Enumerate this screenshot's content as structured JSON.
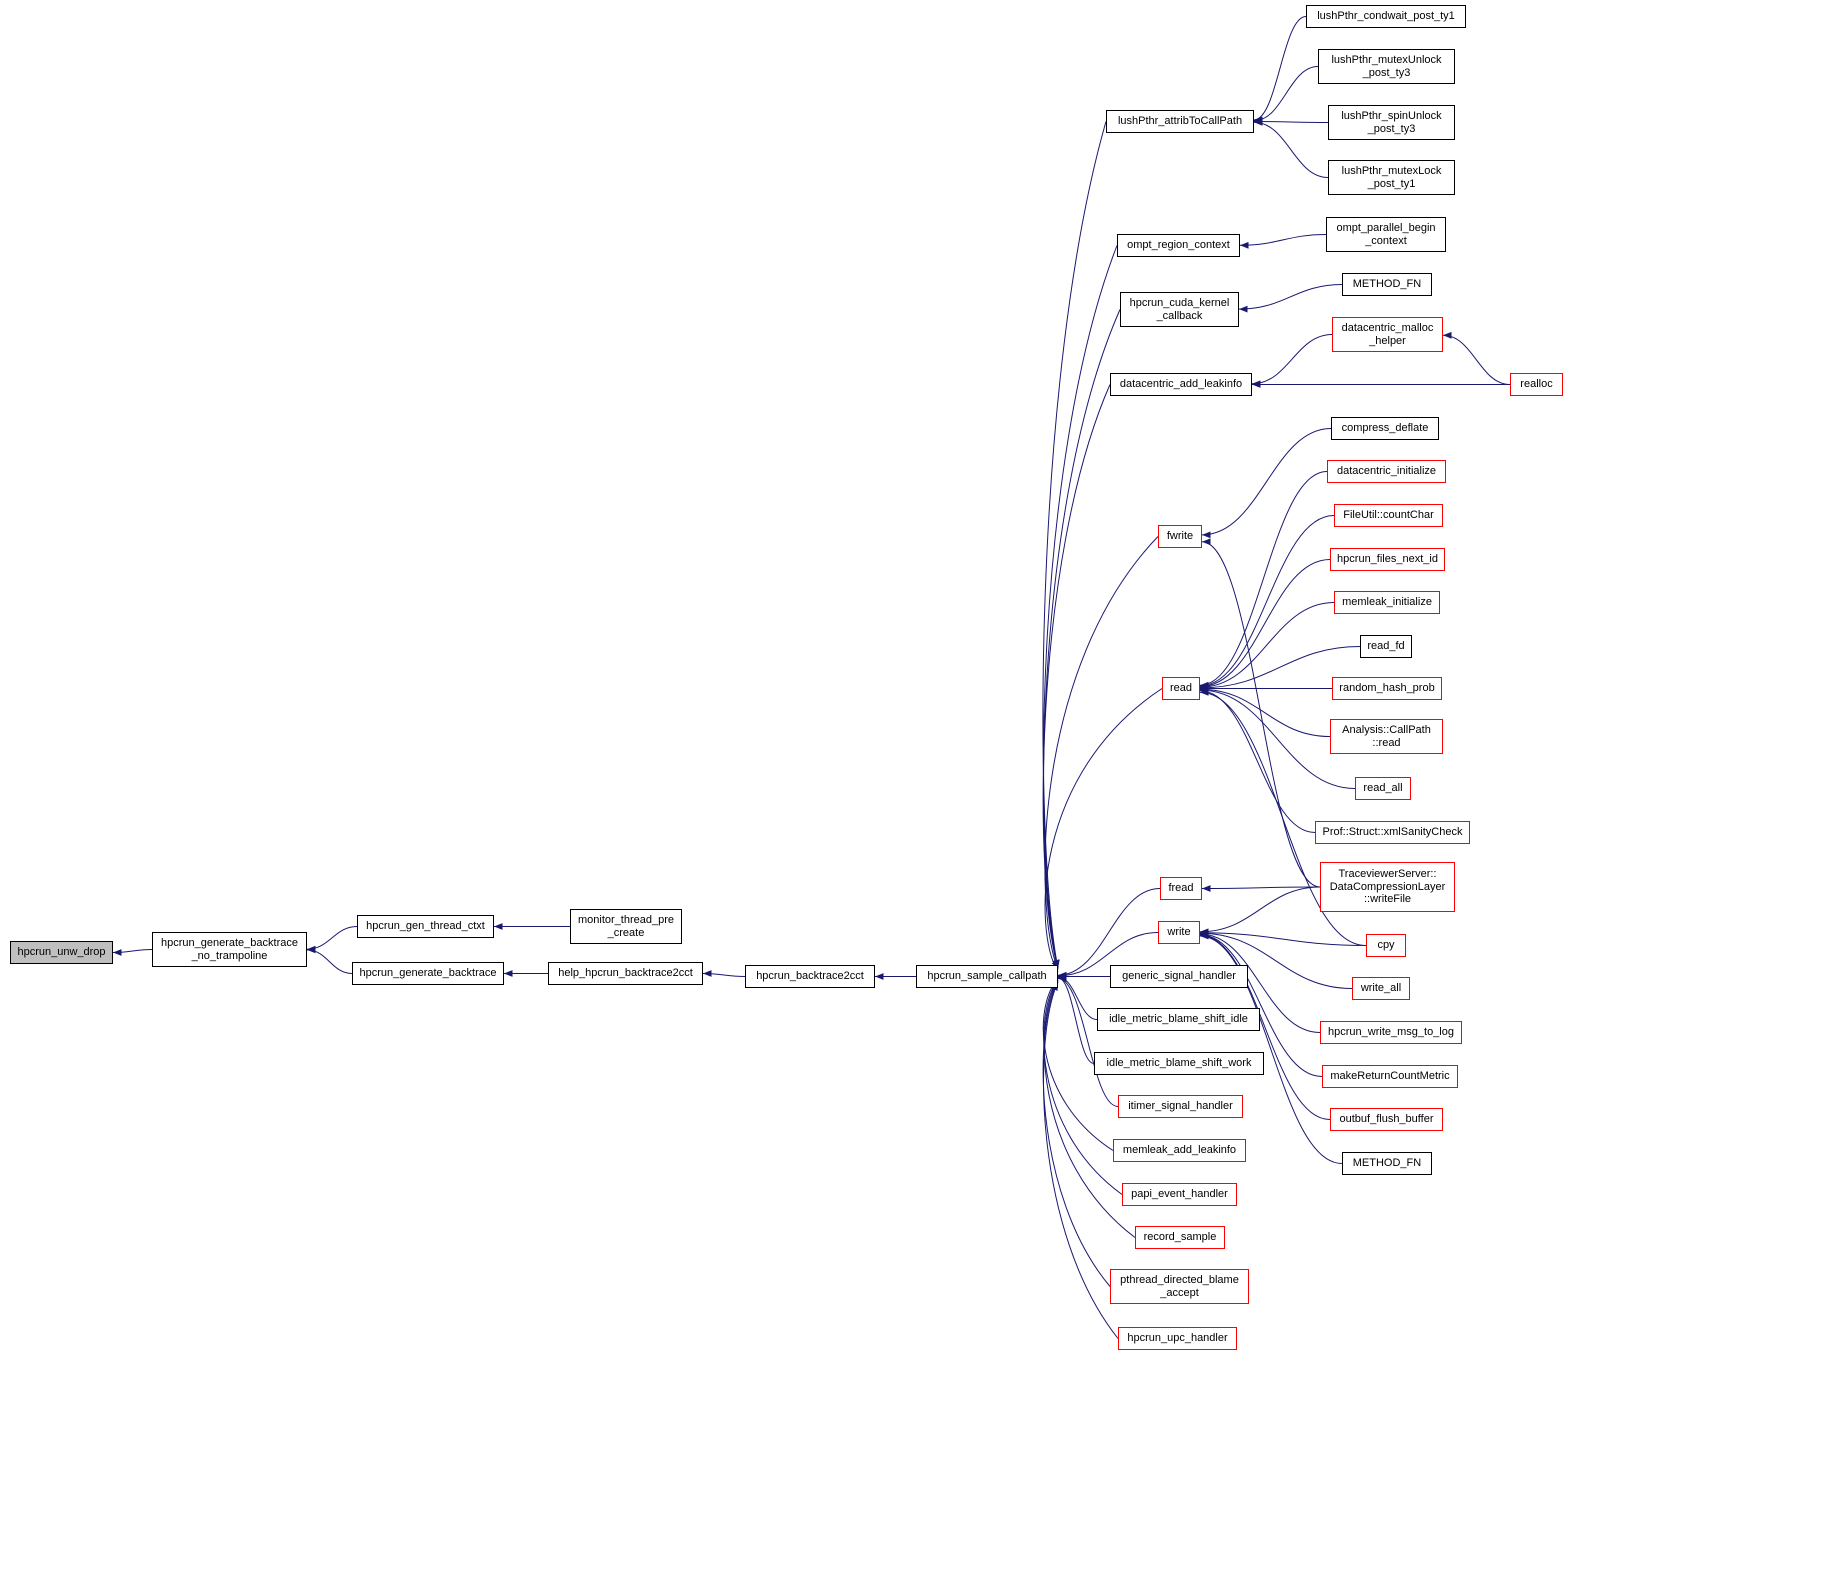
{
  "diagram": {
    "kind": "caller-graph",
    "focus_function": "hpcrun_unw_drop",
    "colors": {
      "edge": "#191970",
      "node_border": "#000000",
      "truncated_node_border": "#ff0000",
      "focus_node_fill": "#bfbfbf",
      "background": "#ffffff"
    }
  },
  "nodes": [
    {
      "id": "unw_drop",
      "label": "hpcrun_unw_drop",
      "style": "focus"
    },
    {
      "id": "gen_bt_no_tramp",
      "label": "hpcrun_generate_backtrace\n_no_trampoline",
      "style": "normal"
    },
    {
      "id": "gen_thread_ctxt",
      "label": "hpcrun_gen_thread_ctxt",
      "style": "normal"
    },
    {
      "id": "gen_backtrace",
      "label": "hpcrun_generate_backtrace",
      "style": "normal"
    },
    {
      "id": "monitor_pre_create",
      "label": "monitor_thread_pre\n_create",
      "style": "normal"
    },
    {
      "id": "help_bt2cct",
      "label": "help_hpcrun_backtrace2cct",
      "style": "normal"
    },
    {
      "id": "bt2cct",
      "label": "hpcrun_backtrace2cct",
      "style": "normal"
    },
    {
      "id": "sample_callpath",
      "label": "hpcrun_sample_callpath",
      "style": "normal"
    },
    {
      "id": "lush_attrib",
      "label": "lushPthr_attribToCallPath",
      "style": "normal"
    },
    {
      "id": "ompt_region",
      "label": "ompt_region_context",
      "style": "normal"
    },
    {
      "id": "cuda_kernel",
      "label": "hpcrun_cuda_kernel\n_callback",
      "style": "normal"
    },
    {
      "id": "dc_add_leakinfo",
      "label": "datacentric_add_leakinfo",
      "style": "normal"
    },
    {
      "id": "fwrite",
      "label": "fwrite",
      "style": "red"
    },
    {
      "id": "read",
      "label": "read",
      "style": "red"
    },
    {
      "id": "fread",
      "label": "fread",
      "style": "red"
    },
    {
      "id": "write",
      "label": "write",
      "style": "red"
    },
    {
      "id": "generic_signal",
      "label": "generic_signal_handler",
      "style": "normal"
    },
    {
      "id": "idle_shift_idle",
      "label": "idle_metric_blame_shift_idle",
      "style": "normal"
    },
    {
      "id": "idle_shift_work",
      "label": "idle_metric_blame_shift_work",
      "style": "normal"
    },
    {
      "id": "itimer_handler",
      "label": "itimer_signal_handler",
      "style": "red"
    },
    {
      "id": "memleak_add",
      "label": "memleak_add_leakinfo",
      "style": "red"
    },
    {
      "id": "papi_handler",
      "label": "papi_event_handler",
      "style": "red"
    },
    {
      "id": "record_sample",
      "label": "record_sample",
      "style": "red"
    },
    {
      "id": "pthread_blame",
      "label": "pthread_directed_blame\n_accept",
      "style": "red"
    },
    {
      "id": "upc_handler",
      "label": "hpcrun_upc_handler",
      "style": "red"
    },
    {
      "id": "lush_condwait",
      "label": "lushPthr_condwait_post_ty1",
      "style": "normal"
    },
    {
      "id": "lush_mutexunlock",
      "label": "lushPthr_mutexUnlock\n_post_ty3",
      "style": "normal"
    },
    {
      "id": "lush_spinunlock",
      "label": "lushPthr_spinUnlock\n_post_ty3",
      "style": "normal"
    },
    {
      "id": "lush_mutexlock",
      "label": "lushPthr_mutexLock\n_post_ty1",
      "style": "normal"
    },
    {
      "id": "ompt_parallel_begin",
      "label": "ompt_parallel_begin\n_context",
      "style": "normal"
    },
    {
      "id": "method_fn_top",
      "label": "METHOD_FN",
      "style": "normal"
    },
    {
      "id": "dc_malloc_helper",
      "label": "datacentric_malloc\n_helper",
      "style": "red"
    },
    {
      "id": "realloc",
      "label": "realloc",
      "style": "red"
    },
    {
      "id": "compress_deflate",
      "label": "compress_deflate",
      "style": "normal"
    },
    {
      "id": "dc_initialize",
      "label": "datacentric_initialize",
      "style": "red"
    },
    {
      "id": "countchar",
      "label": "FileUtil::countChar",
      "style": "red"
    },
    {
      "id": "files_next_id",
      "label": "hpcrun_files_next_id",
      "style": "red"
    },
    {
      "id": "memleak_init",
      "label": "memleak_initialize",
      "style": "red"
    },
    {
      "id": "read_fd",
      "label": "read_fd",
      "style": "normal"
    },
    {
      "id": "random_hash",
      "label": "random_hash_prob",
      "style": "red"
    },
    {
      "id": "analysis_read",
      "label": "Analysis::CallPath\n::read",
      "style": "red"
    },
    {
      "id": "read_all",
      "label": "read_all",
      "style": "red"
    },
    {
      "id": "xml_sanity",
      "label": "Prof::Struct::xmlSanityCheck",
      "style": "red"
    },
    {
      "id": "tv_writefile",
      "label": "TraceviewerServer::\nDataCompressionLayer\n::writeFile",
      "style": "red"
    },
    {
      "id": "cpy",
      "label": "cpy",
      "style": "red"
    },
    {
      "id": "write_all",
      "label": "write_all",
      "style": "red"
    },
    {
      "id": "write_msg_log",
      "label": "hpcrun_write_msg_to_log",
      "style": "red"
    },
    {
      "id": "make_return_metric",
      "label": "makeReturnCountMetric",
      "style": "red"
    },
    {
      "id": "outbuf_flush",
      "label": "outbuf_flush_buffer",
      "style": "red"
    },
    {
      "id": "method_fn_bottom",
      "label": "METHOD_FN",
      "style": "normal"
    }
  ],
  "edges": [
    {
      "from": "gen_bt_no_tramp",
      "to": "unw_drop"
    },
    {
      "from": "gen_thread_ctxt",
      "to": "gen_bt_no_tramp"
    },
    {
      "from": "gen_backtrace",
      "to": "gen_bt_no_tramp"
    },
    {
      "from": "monitor_pre_create",
      "to": "gen_thread_ctxt"
    },
    {
      "from": "help_bt2cct",
      "to": "gen_backtrace"
    },
    {
      "from": "bt2cct",
      "to": "help_bt2cct"
    },
    {
      "from": "sample_callpath",
      "to": "bt2cct"
    },
    {
      "from": "lush_attrib",
      "to": "sample_callpath"
    },
    {
      "from": "ompt_region",
      "to": "sample_callpath"
    },
    {
      "from": "cuda_kernel",
      "to": "sample_callpath"
    },
    {
      "from": "dc_add_leakinfo",
      "to": "sample_callpath"
    },
    {
      "from": "fwrite",
      "to": "sample_callpath"
    },
    {
      "from": "read",
      "to": "sample_callpath"
    },
    {
      "from": "fread",
      "to": "sample_callpath"
    },
    {
      "from": "write",
      "to": "sample_callpath"
    },
    {
      "from": "generic_signal",
      "to": "sample_callpath"
    },
    {
      "from": "idle_shift_idle",
      "to": "sample_callpath"
    },
    {
      "from": "idle_shift_work",
      "to": "sample_callpath"
    },
    {
      "from": "itimer_handler",
      "to": "sample_callpath"
    },
    {
      "from": "memleak_add",
      "to": "sample_callpath"
    },
    {
      "from": "papi_handler",
      "to": "sample_callpath"
    },
    {
      "from": "record_sample",
      "to": "sample_callpath"
    },
    {
      "from": "pthread_blame",
      "to": "sample_callpath"
    },
    {
      "from": "upc_handler",
      "to": "sample_callpath"
    },
    {
      "from": "lush_condwait",
      "to": "lush_attrib"
    },
    {
      "from": "lush_mutexunlock",
      "to": "lush_attrib"
    },
    {
      "from": "lush_spinunlock",
      "to": "lush_attrib"
    },
    {
      "from": "lush_mutexlock",
      "to": "lush_attrib"
    },
    {
      "from": "ompt_parallel_begin",
      "to": "ompt_region"
    },
    {
      "from": "method_fn_top",
      "to": "cuda_kernel"
    },
    {
      "from": "dc_malloc_helper",
      "to": "dc_add_leakinfo"
    },
    {
      "from": "realloc",
      "to": "dc_add_leakinfo"
    },
    {
      "from": "realloc",
      "to": "dc_malloc_helper"
    },
    {
      "from": "compress_deflate",
      "to": "fwrite"
    },
    {
      "from": "tv_writefile",
      "to": "fwrite"
    },
    {
      "from": "dc_initialize",
      "to": "read"
    },
    {
      "from": "countchar",
      "to": "read"
    },
    {
      "from": "files_next_id",
      "to": "read"
    },
    {
      "from": "memleak_init",
      "to": "read"
    },
    {
      "from": "read_fd",
      "to": "read"
    },
    {
      "from": "random_hash",
      "to": "read"
    },
    {
      "from": "analysis_read",
      "to": "read"
    },
    {
      "from": "read_all",
      "to": "read"
    },
    {
      "from": "xml_sanity",
      "to": "read"
    },
    {
      "from": "cpy",
      "to": "read"
    },
    {
      "from": "tv_writefile",
      "to": "fread"
    },
    {
      "from": "tv_writefile",
      "to": "write"
    },
    {
      "from": "cpy",
      "to": "write"
    },
    {
      "from": "write_all",
      "to": "write"
    },
    {
      "from": "write_msg_log",
      "to": "write"
    },
    {
      "from": "make_return_metric",
      "to": "write"
    },
    {
      "from": "outbuf_flush",
      "to": "write"
    },
    {
      "from": "method_fn_bottom",
      "to": "write"
    }
  ]
}
